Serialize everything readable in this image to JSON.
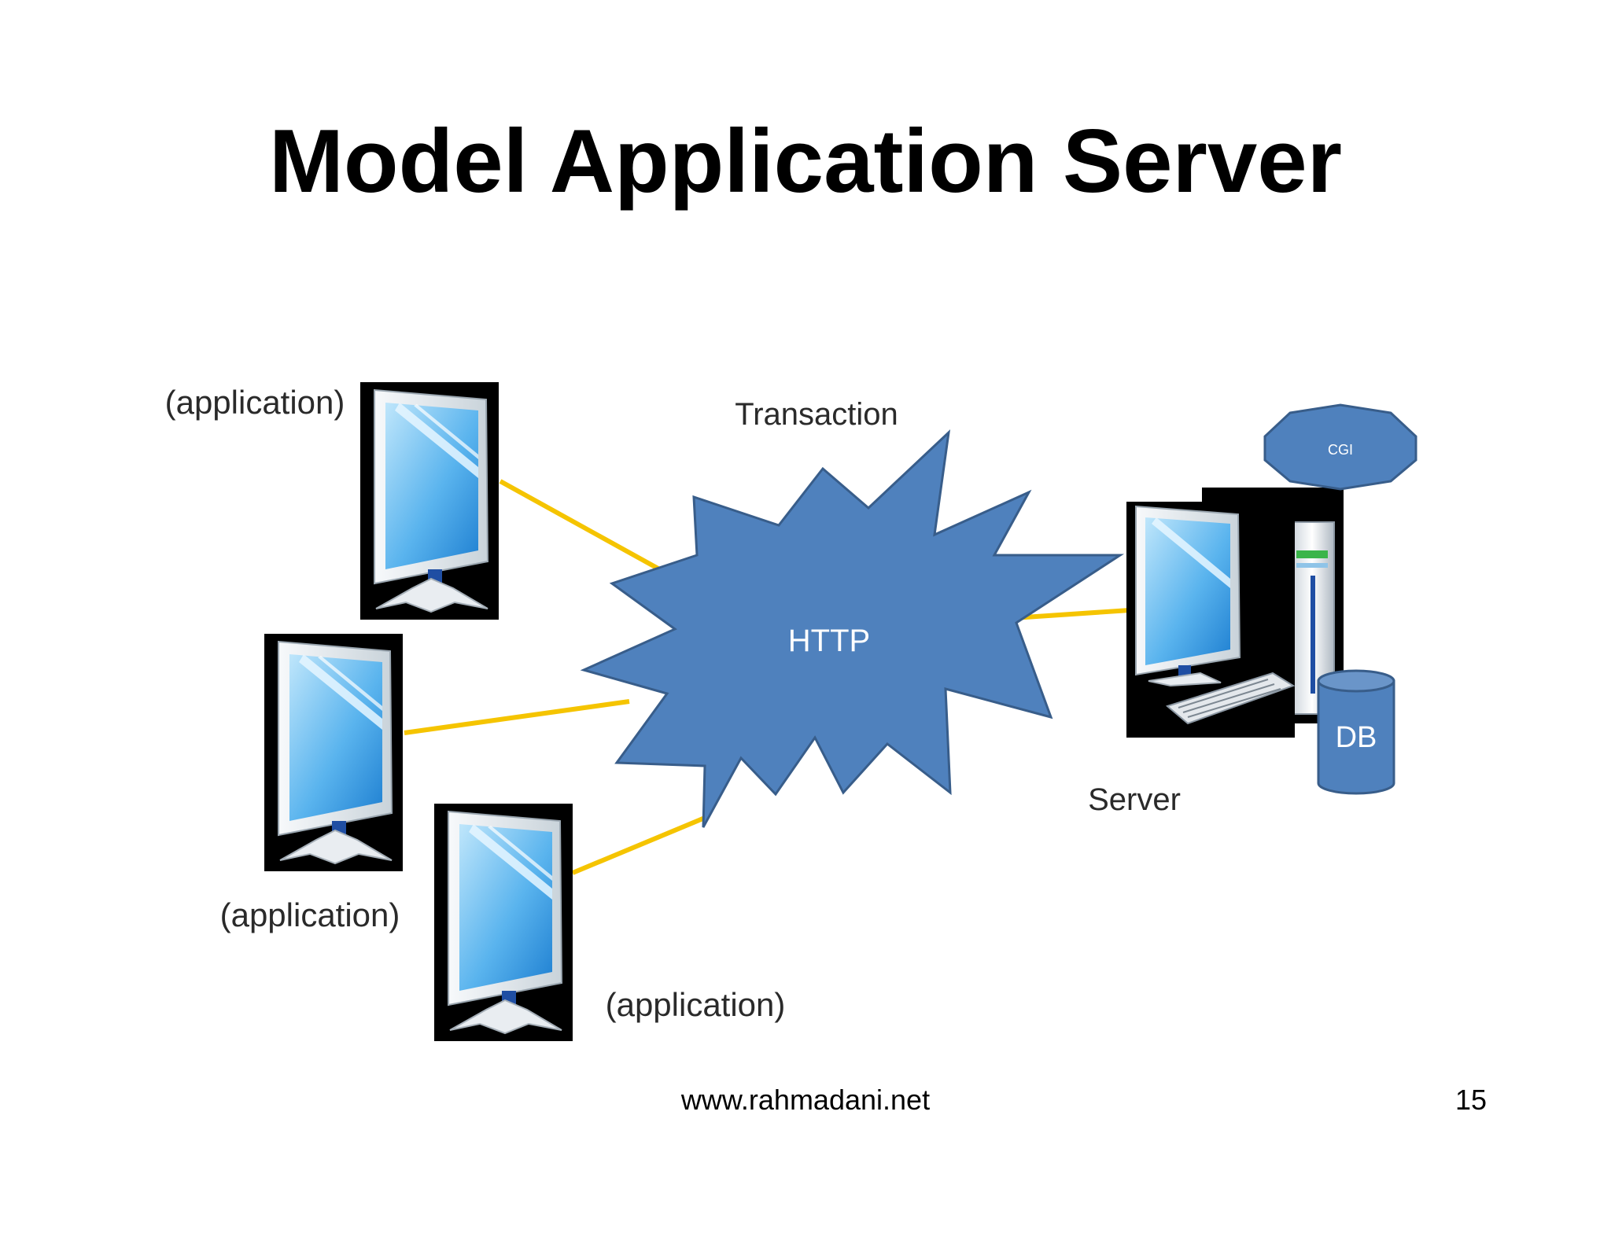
{
  "slide": {
    "title": "Model Application Server",
    "footer_url": "www.rahmadani.net",
    "page_number": "15"
  },
  "diagram": {
    "client_label_1": "(application)",
    "client_label_2": "(application)",
    "client_label_3": "(application)",
    "transaction_label": "Transaction",
    "http_label": "HTTP",
    "server_label": "Server",
    "cgi_label": "CGI",
    "db_label": "DB"
  },
  "colors": {
    "burst_fill": "#4f81bd",
    "burst_stroke": "#385d8a",
    "connector": "#f5c400",
    "monitor_frame": "#e8eef2",
    "screen": "#5ab4ee",
    "backdrop": "#000000"
  },
  "icons": [
    "client-monitor-icon",
    "server-computer-icon",
    "database-icon",
    "network-burst-icon"
  ]
}
